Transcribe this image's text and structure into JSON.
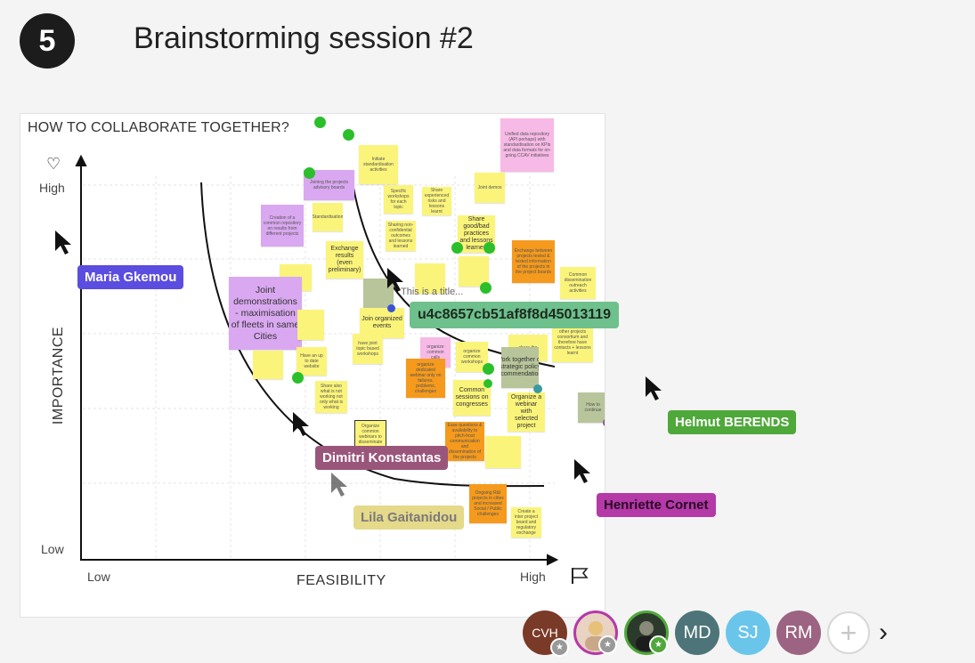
{
  "step": "5",
  "title": "Brainstorming session #2",
  "board": {
    "title": "HOW TO COLLABORATE TOGETHER?",
    "y_axis": "IMPORTANCE",
    "x_axis": "FEASIBILITY",
    "y_high": "High",
    "y_low": "Low",
    "x_low": "Low",
    "x_high": "High"
  },
  "notes": {
    "unified_data": "Unified data repository (API perhaps) with standardisation on KPIs and data formats for on-going CCAV initiatives",
    "initiate_std": "Initiate standardisation activities",
    "joint_demos": "Joint demos",
    "joining_boards": "Joining the projects advisory boards",
    "specific_workshops": "Specific workshops for each topic",
    "share_experienced": "Share experienced risks and lessons learnt",
    "creation_repo": "Creation of a common repository on results from different projects",
    "standardisation": "Standardisation",
    "sharing_non_conf": "Sharing non-confidential outcomes and lessons learned",
    "share_good_bad": "Share good/bad practices and lessons learned",
    "exchange_results": "Exchange results (even preliminary)",
    "exchange_between": "Exchange between projects tested & tested information of the projects in the project boards",
    "joint_demonstrations": "Joint demonstrations - maximisation of fleets in same Cities",
    "common_dissemination": "Common dissemination outreach activities",
    "title_placeholder": "This is a title...",
    "join_organized": "Join organized events",
    "have_joint": "have joint topic based workshops",
    "organize_calls": "organize common calls",
    "organize_workshops": "organize common workshops",
    "share_the": "share the",
    "other_projects": "other projects consortium and therefore have contacts + lessons learnt",
    "have_update": "Have an up to date website",
    "organize_webinar_fail": "organize dedicated webinar only on failures, problems, challenges",
    "work_together": "Work together on strategic policy recommendations",
    "share_also": "Share also what is not working not only what is working",
    "common_sessions": "Common sessions on congresses",
    "organize_webinar_selected": "Organize a webinar with selected project",
    "how_to_continue": "How to continue",
    "organize_common_webinars": "Organize common webinars to disseminate",
    "ease_questions": "Ease questions & availability to pitch-host communication and dissemination of the projects",
    "ongoing_rd": "Ongoing R&I projects in cities and increased Social / Public challenges",
    "create_joint_board": "Create a inter project board and regulatory exchange"
  },
  "cursors": {
    "maria": "Maria Gkemou",
    "unknown_id": "u4c8657cb51af8f8d45013119",
    "helmut": "Helmut BERENDS",
    "dimitri": "Dimitri Konstantas",
    "lila": "Lila Gaitanidou",
    "henriette": "Henriette Cornet"
  },
  "colors": {
    "maria": "#5b4de0",
    "unknown_id": "#6ec08c",
    "helmut": "#4fa83a",
    "dimitri": "#9a567a",
    "lila": "#e5d98a",
    "henriette": "#b43aa8",
    "dot": "#2bbf2b"
  },
  "avatars": [
    {
      "initials": "CVH",
      "bg": "#7a3a28",
      "badge": "star"
    },
    {
      "initials": "",
      "bg": "#e9d3c2",
      "badge": "star"
    },
    {
      "initials": "",
      "bg": "#2c3a2c",
      "badge": "star"
    },
    {
      "initials": "MD",
      "bg": "#4d7479"
    },
    {
      "initials": "SJ",
      "bg": "#6ac5ea"
    },
    {
      "initials": "RM",
      "bg": "#9c6482"
    }
  ],
  "icons": {
    "heart": "heart-icon",
    "flag": "flag-icon",
    "add": "plus-icon",
    "next": "chevron-right-icon"
  }
}
